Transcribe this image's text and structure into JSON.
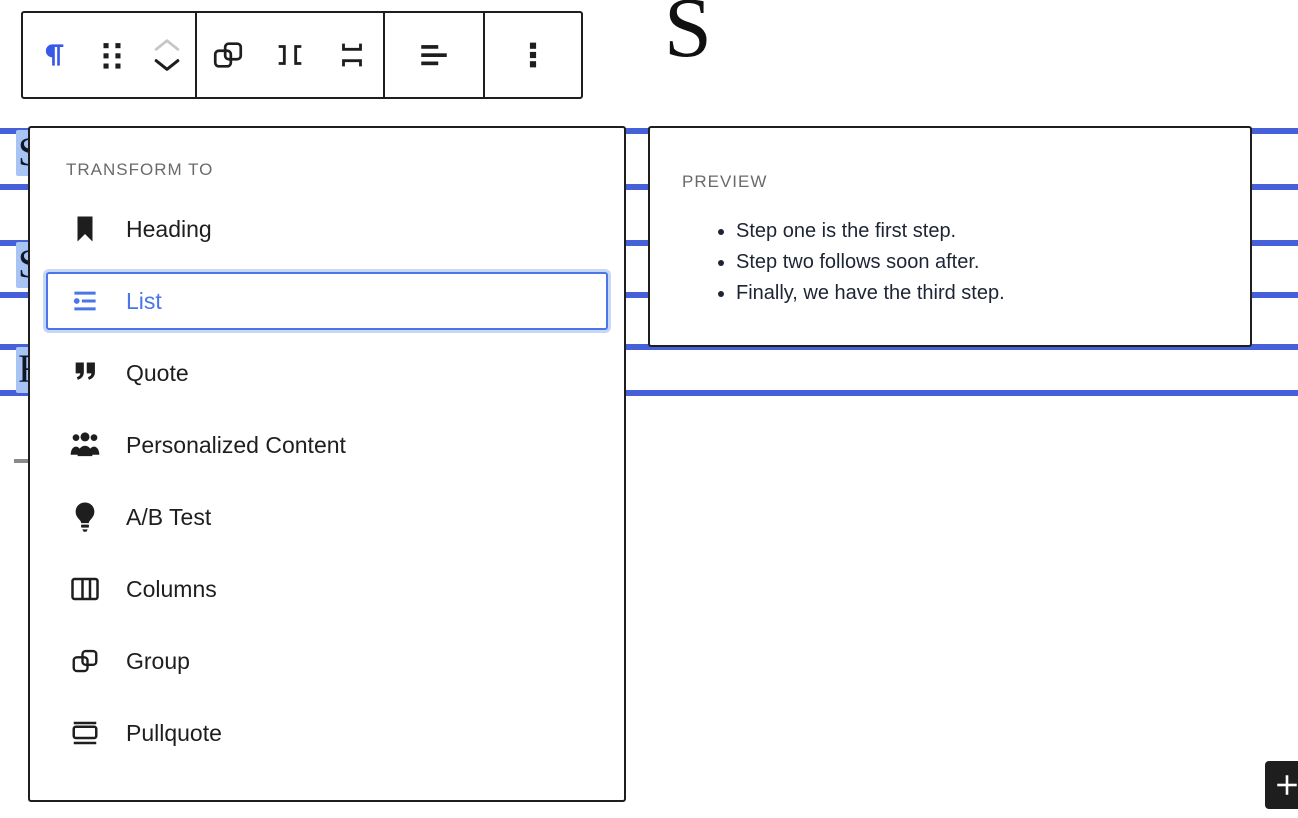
{
  "toolbar": {
    "groups": [
      {
        "name": "block-type-group",
        "buttons": [
          {
            "icon": "paragraph-icon",
            "label": "Paragraph",
            "active": true
          },
          {
            "icon": "drag-handle-icon",
            "label": "Drag"
          },
          {
            "icon": "move-up-down-icon",
            "label": "Move up / Move down"
          }
        ]
      },
      {
        "name": "block-arrange-group",
        "buttons": [
          {
            "icon": "group-icon",
            "label": "Group"
          },
          {
            "icon": "align-horizontal-center-icon",
            "label": "Align horizontally"
          },
          {
            "icon": "align-vertical-center-icon",
            "label": "Align vertically"
          }
        ]
      },
      {
        "name": "text-align-group",
        "buttons": [
          {
            "icon": "align-text-icon",
            "label": "Align text"
          }
        ]
      },
      {
        "name": "more-options-group",
        "buttons": [
          {
            "icon": "more-vertical-icon",
            "label": "Options"
          }
        ]
      }
    ]
  },
  "transform_menu": {
    "heading": "Transform to",
    "items": [
      {
        "label": "Heading",
        "icon": "heading-icon",
        "selected": false
      },
      {
        "label": "List",
        "icon": "list-icon",
        "selected": true
      },
      {
        "label": "Quote",
        "icon": "quote-icon",
        "selected": false
      },
      {
        "label": "Personalized Content",
        "icon": "people-group-icon",
        "selected": false
      },
      {
        "label": "A/B Test",
        "icon": "lightbulb-icon",
        "selected": false
      },
      {
        "label": "Columns",
        "icon": "columns-icon",
        "selected": false
      },
      {
        "label": "Group",
        "icon": "group-icon",
        "selected": false
      },
      {
        "label": "Pullquote",
        "icon": "pullquote-icon",
        "selected": false
      }
    ]
  },
  "preview": {
    "heading": "Preview",
    "list_items": [
      "Step one is the first step.",
      "Step two follows soon after.",
      "Finally, we have the third step."
    ]
  },
  "canvas": {
    "serif_glyph": "S",
    "occluded_line_starts": [
      "S",
      "S",
      "F"
    ]
  },
  "add_button": {
    "icon": "plus-icon",
    "label": "Add block"
  },
  "colors": {
    "accent_blue": "#4a76e8",
    "selection_blue": "#4560d8",
    "selection_highlight": "#a8c4f5",
    "ink": "#1e1e1e",
    "muted_label": "#6a6a6a",
    "preview_text": "#1d2433"
  }
}
